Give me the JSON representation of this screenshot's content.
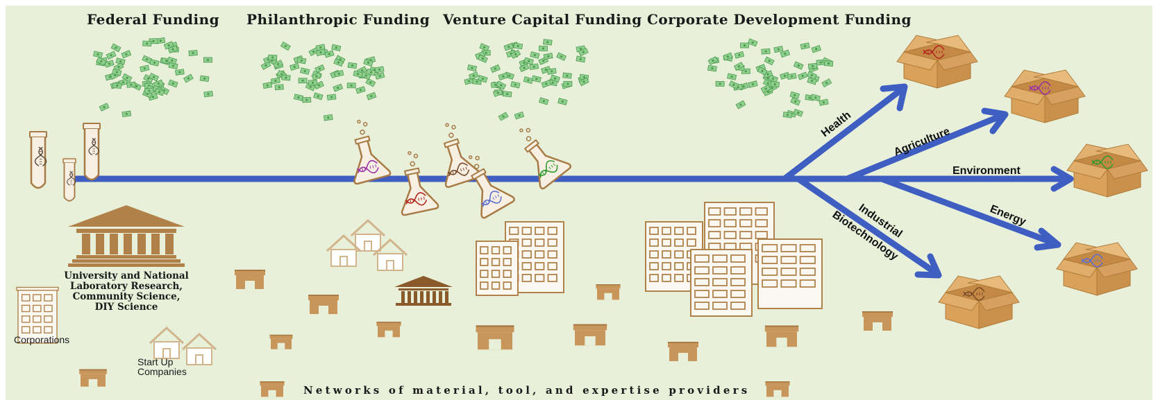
{
  "funding": {
    "federal": "Federal Funding",
    "philanthropic": "Philanthropic Funding",
    "venture": "Venture Capital Funding",
    "corporate": "Corporate Development Funding"
  },
  "branches": {
    "health": "Health",
    "agriculture": "Agriculture",
    "environment": "Environment",
    "energy": "Energy",
    "industrial_1": "Industrial",
    "industrial_2": "Biotechnology"
  },
  "labels": {
    "university_1": "University and National",
    "university_2": "Laboratory Research,",
    "university_3": "Community Science,",
    "university_4": "DIY Science",
    "corporations": "Corporations",
    "startups_1": "Start Up",
    "startups_2": "Companies",
    "networks": "Networks of material, tool, and expertise providers"
  },
  "colors": {
    "background": "#e8f0da",
    "arrow": "#3f5ec2",
    "brown": "#b0824a",
    "box": "#d9a15a",
    "money": "#7fbf7f",
    "dna": [
      "#b3261e",
      "#9b2fa6",
      "#2c9a2c",
      "#5a6fd0",
      "#7a4a2a"
    ]
  },
  "icons": [
    "money-cloud-icon",
    "test-tube-icon",
    "flask-icon",
    "box-icon",
    "dna-icon",
    "building-icon",
    "house-icon",
    "shop-icon",
    "columns-building-icon"
  ]
}
